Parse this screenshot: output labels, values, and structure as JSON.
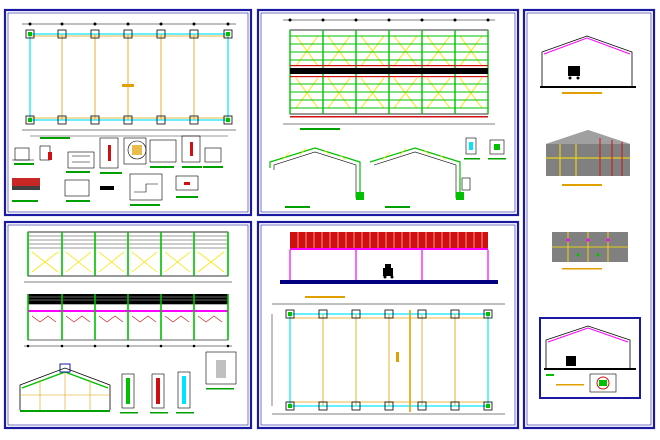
{
  "sheet": {
    "background": "#ffffff",
    "frame_color": "#1a1aa0",
    "panels": [
      {
        "id": "foundation-plan",
        "name": "foundation-plan-panel"
      },
      {
        "id": "roof-framing-plan",
        "name": "roof-framing-plan-panel"
      },
      {
        "id": "elevations-sections",
        "name": "elevations-sections-panel"
      },
      {
        "id": "floor-plan",
        "name": "floor-plan-panel"
      },
      {
        "id": "3d-views",
        "name": "3d-views-panel"
      }
    ]
  },
  "colors": {
    "grid_orange": "#e0a000",
    "axis_cyan": "#00e5ff",
    "steel_green": "#00c000",
    "bracing_yellow": "#ffe400",
    "roof_red": "#d01010",
    "magenta": "#ff00ff",
    "navy": "#000080",
    "wall_gray": "#808080",
    "annotation_green": "#00a000",
    "ink": "#000000"
  }
}
